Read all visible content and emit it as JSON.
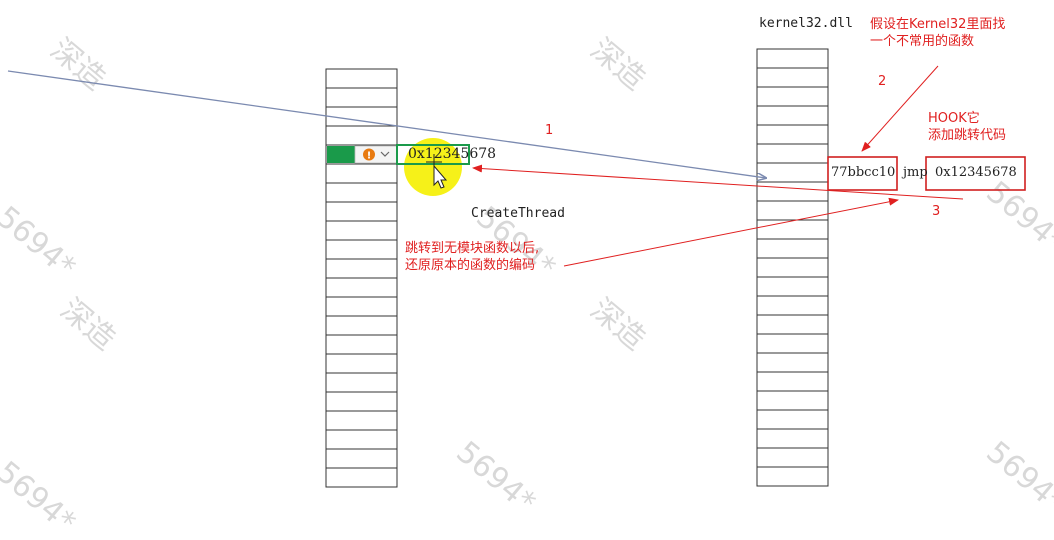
{
  "watermark": {
    "text_main": "深造",
    "text_id": "5694*"
  },
  "left_column": {
    "cell_count": 22,
    "highlight_value": "0x12345678",
    "warning_icon": "warning-icon",
    "function_label": "CreateThread"
  },
  "right_column": {
    "title": "kernel32.dll",
    "cell_count": 23,
    "addr_label": "77bbcc10",
    "jmp_label": "jmp",
    "target_label": "0x12345678"
  },
  "annotations": {
    "note1": "假设在Kernel32里面找\n一个不常用的函数",
    "note2": "HOOK它\n添加跳转代码",
    "note3": "跳转到无模块函数以后,\n还原原本的函数的编码",
    "step1": "1",
    "step2": "2",
    "step3": "3"
  },
  "colors": {
    "line_blue": "#7b8ab0",
    "arrow_red": "#e02020",
    "highlight_green": "#1a9a4a",
    "cursor_yellow": "#f5f000"
  }
}
